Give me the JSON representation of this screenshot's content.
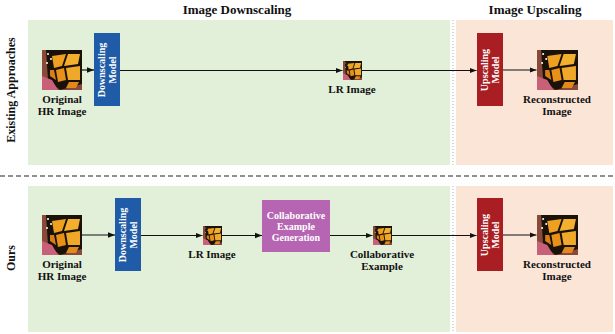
{
  "diagram": {
    "nodes": [
      {
        "text": [
          "Original HR Image"
        ]
      },
      {
        "text": [
          "Downscaling Model"
        ]
      },
      {
        "text": [
          "LR Image"
        ]
      },
      {
        "text": [
          "Upscaling Model"
        ]
      },
      {
        "text": [
          "Reconstructed Image"
        ]
      },
      {
        "text": [
          "Original HR Image"
        ]
      },
      {
        "text": [
          "Downscaling Model"
        ]
      },
      {
        "text": [
          "LR Image"
        ]
      },
      {
        "text": [
          "Collaborative Example Generation"
        ]
      },
      {
        "text": [
          "Collaborative Example"
        ]
      },
      {
        "text": [
          "Upscaling Model"
        ]
      },
      {
        "text": [
          "Reconstructed Image"
        ]
      }
    ],
    "edges": [
      {
        "from": 0,
        "to": 1,
        "arrow": "to"
      },
      {
        "from": 1,
        "to": 2,
        "arrow": "to"
      },
      {
        "from": 2,
        "to": 3,
        "arrow": "to"
      },
      {
        "from": 3,
        "to": 4,
        "arrow": "to"
      },
      {
        "from": 5,
        "to": 6,
        "arrow": "to"
      },
      {
        "from": 6,
        "to": 7,
        "arrow": "to"
      },
      {
        "from": 7,
        "to": 8,
        "arrow": "to"
      },
      {
        "from": 8,
        "to": 9,
        "arrow": "to"
      },
      {
        "from": 9,
        "to": 10,
        "arrow": "to"
      },
      {
        "from": 10,
        "to": 11,
        "arrow": "to"
      }
    ],
    "labels": [
      "Image Downscaling",
      "Image Upscaling",
      "Existing Approaches",
      "Ours"
    ]
  }
}
